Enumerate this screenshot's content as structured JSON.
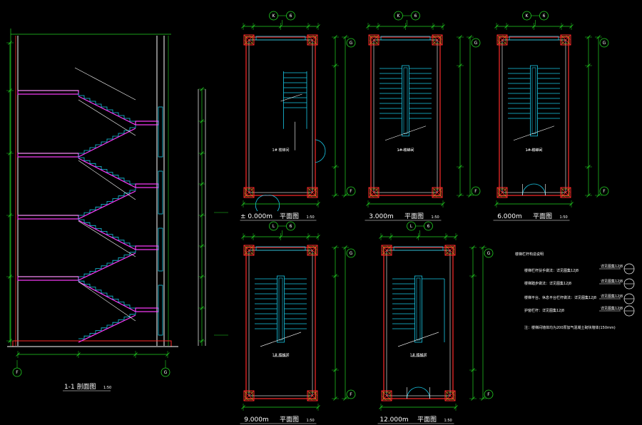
{
  "colors": {
    "background": "#000000",
    "wall": "#ff2a2a",
    "dim": "#22d322",
    "stair": "#19c8e6",
    "slab": "#ff3cff",
    "text": "#ffffff",
    "frame": "#ffffff",
    "column": "#d6d62a"
  },
  "section": {
    "title": "1-1 剖面图",
    "scale": "1:50",
    "axis_left": "F",
    "axis_right": "G"
  },
  "plans": [
    {
      "id": "plan-1",
      "elev": "± 0.000m",
      "title": "平面图",
      "scale": "1:50",
      "axis_top_left": "K",
      "axis_top_right": "6",
      "axis_side_top": "G",
      "axis_side_bottom": "F",
      "room": "1# 楼梯间"
    },
    {
      "id": "plan-2",
      "elev": "3.000m",
      "title": "平面图",
      "scale": "1:50",
      "axis_top_left": "K",
      "axis_top_right": "6",
      "axis_side_top": "G",
      "axis_side_bottom": "F",
      "room": "1# 楼梯间"
    },
    {
      "id": "plan-3",
      "elev": "6.000m",
      "title": "平面图",
      "scale": "1:50",
      "axis_top_left": "K",
      "axis_top_right": "6",
      "axis_side_top": "G",
      "axis_side_bottom": "F",
      "room": "1# 楼梯间"
    },
    {
      "id": "plan-4",
      "elev": "9.000m",
      "title": "平面图",
      "scale": "1:50",
      "axis_top_left": "L",
      "axis_top_right": "6",
      "axis_side_top": "G",
      "axis_side_bottom": "F",
      "room": "1# 楼梯间"
    },
    {
      "id": "plan-5",
      "elev": "12.000m",
      "title": "平面图",
      "scale": "1:50",
      "axis_top_left": "L",
      "axis_top_right": "6",
      "axis_side_top": "G",
      "axis_side_bottom": "F",
      "room": "1# 楼梯间"
    }
  ],
  "notes": {
    "heading": "楼梯栏杆构造说明",
    "lines": [
      "楼梯栏杆扶手做法：详见图集12J8",
      "楼梯踏步做法：详见图集12J8",
      "楼梯平台、休息平台栏杆做法：详见图集12J8",
      "护窗栏杆：详见图集12J8",
      "注：楼梯间墙体均为200厚加气混凝土砌块墙体(150mm)"
    ],
    "detail_refs": [
      "详见图集12J8",
      "详见图集12J8",
      "详见图集12J8",
      "详见图集12J8"
    ]
  }
}
